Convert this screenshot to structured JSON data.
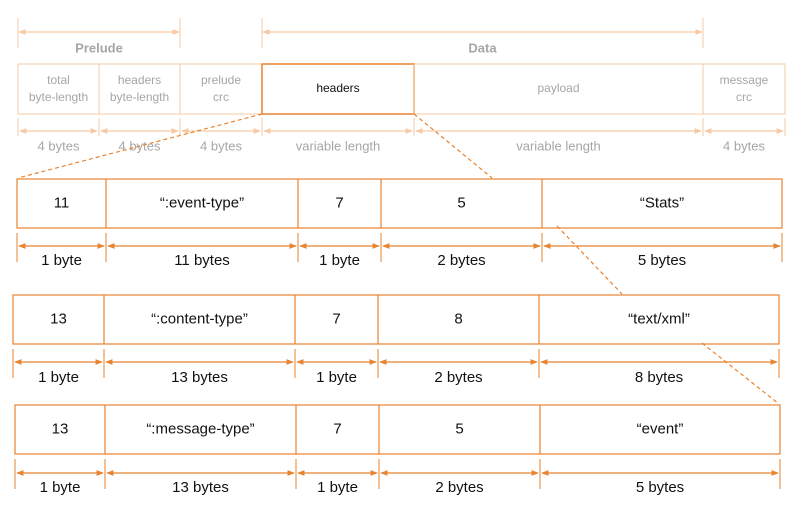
{
  "colors": {
    "accent": "#E8832F",
    "faded_line": "#F6C9A4",
    "faded_text": "#A6A6A6",
    "dark_text": "#111111"
  },
  "overview": {
    "groups": [
      {
        "label": "Prelude"
      },
      {
        "label": "Data"
      }
    ],
    "fields": [
      {
        "label": [
          "total",
          "byte-length"
        ],
        "size": "4 bytes"
      },
      {
        "label": [
          "headers",
          "byte-length"
        ],
        "size": "4 bytes"
      },
      {
        "label": [
          "prelude",
          "crc"
        ],
        "size": "4 bytes"
      },
      {
        "label": [
          "headers"
        ],
        "size": "variable length",
        "highlighted": true
      },
      {
        "label": [
          "payload"
        ],
        "size": "variable length"
      },
      {
        "label": [
          "message",
          "crc"
        ],
        "size": "4 bytes"
      }
    ]
  },
  "header_rows": [
    {
      "cells": [
        "11",
        "“:event-type”",
        "7",
        "5",
        "“Stats”"
      ],
      "sizes": [
        "1 byte",
        "11 bytes",
        "1 byte",
        "2 bytes",
        "5 bytes"
      ]
    },
    {
      "cells": [
        "13",
        "“:content-type”",
        "7",
        "8",
        "“text/xml”"
      ],
      "sizes": [
        "1 byte",
        "13 bytes",
        "1 byte",
        "2 bytes",
        "8 bytes"
      ]
    },
    {
      "cells": [
        "13",
        "“:message-type”",
        "7",
        "5",
        "“event”"
      ],
      "sizes": [
        "1 byte",
        "13 bytes",
        "1 byte",
        "2 bytes",
        "5 bytes"
      ]
    }
  ]
}
